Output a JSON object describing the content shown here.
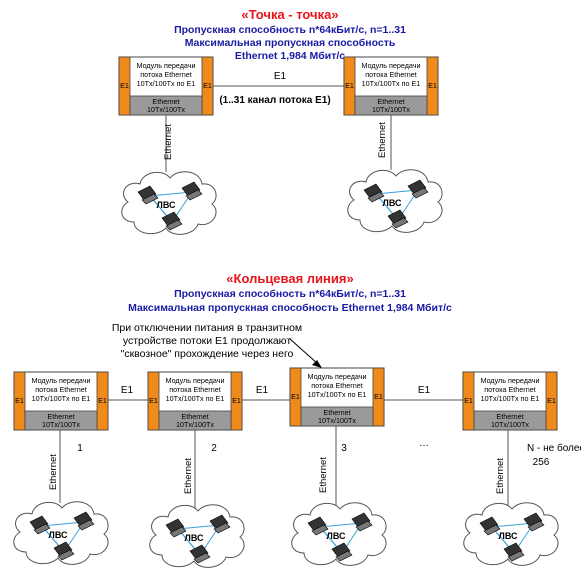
{
  "top": {
    "title": "«Точка - точка»",
    "line1": "Пропускная способность n*64кБит/с, n=1..31",
    "line2": "Максимальная пропускная способность",
    "line3": "Ethernet 1,984 Мбит/с",
    "link_label": "E1",
    "channel_label": "(1..31 канал потока E1)"
  },
  "bottom": {
    "title": "«Кольцевая линия»",
    "line1": "Пропускная способность n*64кБит/с, n=1..31",
    "line2": "Максимальная пропускная способность Ethernet 1,984 Мбит/с",
    "note_line1": "При отключении питания в транзитном",
    "note_line2": "устройстве потоки E1 продолжают",
    "note_line3": "\"сквозное\" прохождение через него",
    "link_label": "E1",
    "ellipsis": "…",
    "node_labels": [
      "1",
      "2",
      "3",
      "N - не более",
      "256"
    ]
  },
  "module": {
    "line1": "Модуль передачи",
    "line2": "потока Ethernet",
    "line3": "10Tx/100Tx по E1",
    "port_label": "E1",
    "eth_line1": "Ethernet",
    "eth_line2": "10Tx/100Tx",
    "eth_line2_alt": "10Tx/100Tx"
  },
  "network": {
    "cable_label": "Ethernet",
    "lan_label": "ЛВС"
  },
  "colors": {
    "title_red": "#e8141c",
    "text_blue": "#1a1aa6",
    "port_orange": "#f08a1a",
    "eth_gray": "#9a9a9a",
    "link_cyan": "#3aa0d8"
  }
}
